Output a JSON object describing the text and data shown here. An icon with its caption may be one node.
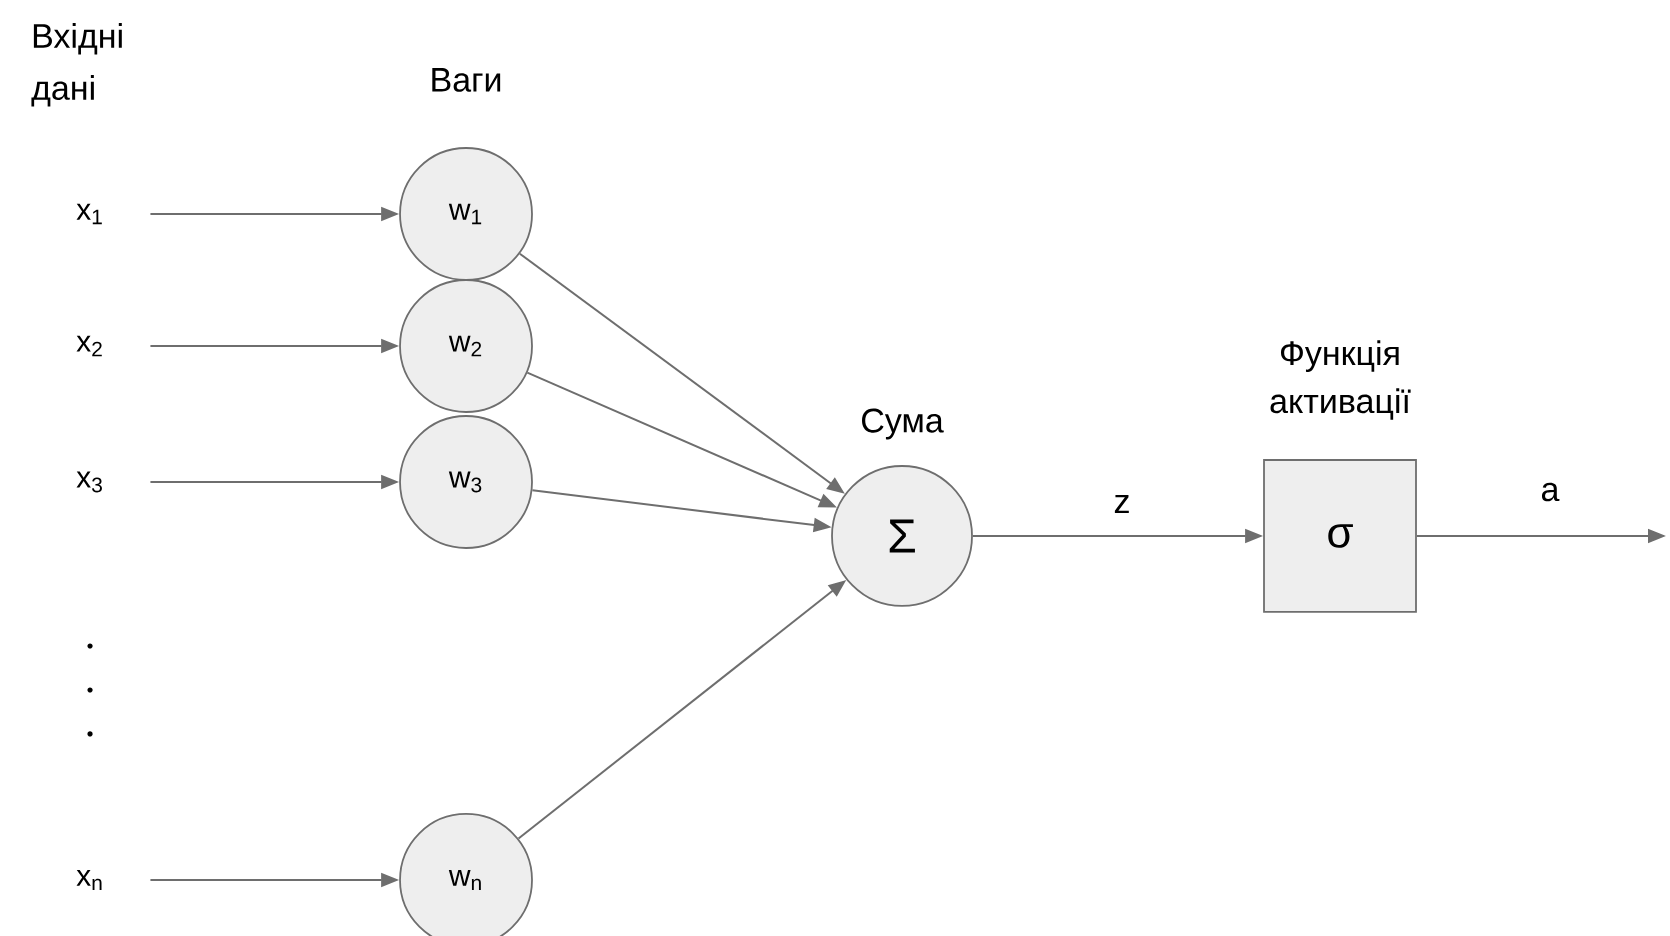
{
  "diagram": {
    "nodes": [
      {
        "text": [
          "x$_{1}$"
        ]
      },
      {
        "text": [
          "x$_{2}$"
        ]
      },
      {
        "text": [
          "x$_{3}$"
        ]
      },
      {
        "text": [
          "x$_{n}$"
        ]
      },
      {
        "text": [
          "w$_{1}$"
        ]
      },
      {
        "text": [
          "w$_{2}$"
        ]
      },
      {
        "text": [
          "w$_{3}$"
        ]
      },
      {
        "text": [
          "w$_{n}$"
        ]
      },
      {
        "text": [
          "Σ"
        ],
        "beside": [
          "Сума"
        ]
      },
      {
        "text": [
          "σ"
        ],
        "beside": [
          "Функція активації"
        ]
      }
    ],
    "edges": [
      {
        "from": 0,
        "to": 4,
        "arrow": "to"
      },
      {
        "from": 1,
        "to": 5,
        "arrow": "to"
      },
      {
        "from": 2,
        "to": 6,
        "arrow": "to"
      },
      {
        "from": 3,
        "to": 7,
        "arrow": "to"
      },
      {
        "from": 4,
        "to": 8,
        "arrow": "to"
      },
      {
        "from": 5,
        "to": 8,
        "arrow": "to"
      },
      {
        "from": 6,
        "to": 8,
        "arrow": "to"
      },
      {
        "from": 7,
        "to": 8,
        "arrow": "to"
      },
      {
        "from": 8,
        "to": 9,
        "arrow": "to",
        "label": "z"
      },
      {
        "from": 9,
        "to": null,
        "arrow": "to",
        "label": "a"
      }
    ],
    "labels": [
      "Вхідні дані",
      "Ваги"
    ]
  }
}
